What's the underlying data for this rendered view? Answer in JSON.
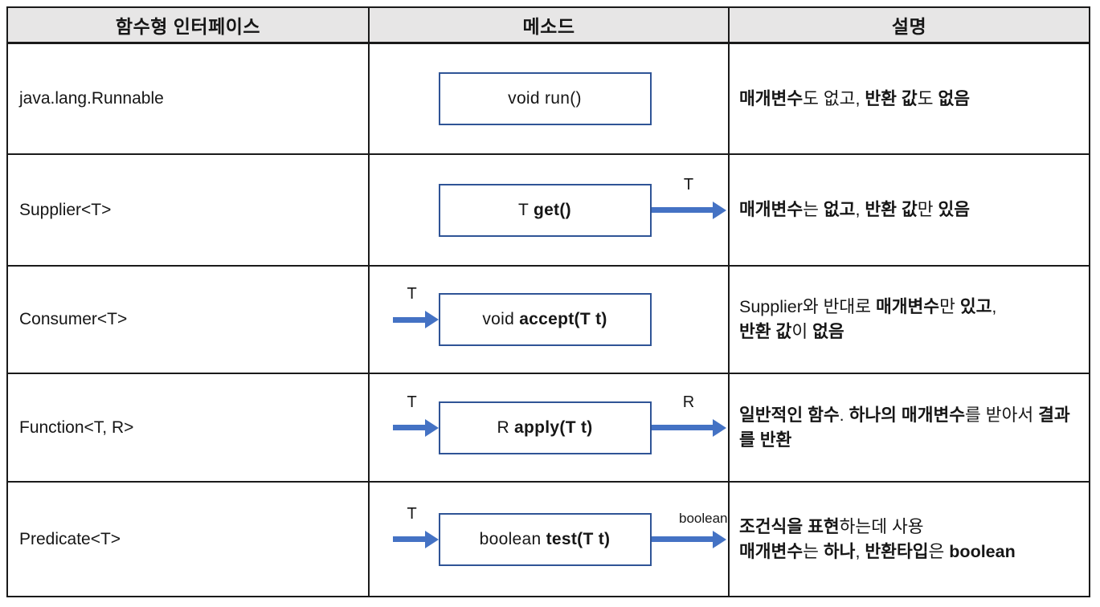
{
  "header": {
    "labels": [
      "함수형 인터페이스",
      "메소드",
      "설명"
    ]
  },
  "rows": [
    {
      "interface": "java.lang.Runnable",
      "in_arrow": null,
      "box": [
        {
          "text": "void run()",
          "bold": false
        }
      ],
      "out_arrow": null,
      "desc": [
        [
          {
            "text": "매개변수",
            "bold": true
          },
          {
            "text": "도 없고, ",
            "bold": false
          },
          {
            "text": "반환 값",
            "bold": true
          },
          {
            "text": "도 ",
            "bold": false
          },
          {
            "text": "없음",
            "bold": true
          }
        ]
      ]
    },
    {
      "interface": "Supplier<T>",
      "in_arrow": null,
      "box": [
        {
          "text": "T ",
          "bold": false
        },
        {
          "text": "get()",
          "bold": true
        }
      ],
      "out_arrow": {
        "label": "T",
        "small": false
      },
      "desc": [
        [
          {
            "text": "매개변수",
            "bold": true
          },
          {
            "text": "는 ",
            "bold": false
          },
          {
            "text": "없고",
            "bold": true
          },
          {
            "text": ", ",
            "bold": false
          },
          {
            "text": "반환 값",
            "bold": true
          },
          {
            "text": "만 ",
            "bold": false
          },
          {
            "text": "있음",
            "bold": true
          }
        ]
      ]
    },
    {
      "interface": "Consumer<T>",
      "in_arrow": {
        "label": "T"
      },
      "box": [
        {
          "text": "void ",
          "bold": false
        },
        {
          "text": "accept(T t)",
          "bold": true
        }
      ],
      "out_arrow": null,
      "desc": [
        [
          {
            "text": "Supplier와 반대로 ",
            "bold": false
          },
          {
            "text": "매개변수",
            "bold": true
          },
          {
            "text": "만 ",
            "bold": false
          },
          {
            "text": "있고",
            "bold": true
          },
          {
            "text": ",",
            "bold": false
          }
        ],
        [
          {
            "text": "반환 값",
            "bold": true
          },
          {
            "text": "이 ",
            "bold": false
          },
          {
            "text": "없음",
            "bold": true
          }
        ]
      ]
    },
    {
      "interface": "Function<T, R>",
      "in_arrow": {
        "label": "T"
      },
      "box": [
        {
          "text": "R ",
          "bold": false
        },
        {
          "text": "apply(T t)",
          "bold": true
        }
      ],
      "out_arrow": {
        "label": "R",
        "small": false
      },
      "desc": [
        [
          {
            "text": "일반적인 함수",
            "bold": true
          },
          {
            "text": ". ",
            "bold": false
          },
          {
            "text": "하나의 매개변수",
            "bold": true
          },
          {
            "text": "를 받아서 ",
            "bold": false
          },
          {
            "text": "결과를 반환",
            "bold": true
          }
        ]
      ]
    },
    {
      "interface": "Predicate<T>",
      "in_arrow": {
        "label": "T"
      },
      "box": [
        {
          "text": "boolean ",
          "bold": false
        },
        {
          "text": "test(T t)",
          "bold": true
        }
      ],
      "out_arrow": {
        "label": "boolean",
        "small": true
      },
      "desc": [
        [
          {
            "text": "조건식을 표현",
            "bold": true
          },
          {
            "text": "하는데 사용",
            "bold": false
          }
        ],
        [
          {
            "text": "매개변수",
            "bold": true
          },
          {
            "text": "는 ",
            "bold": false
          },
          {
            "text": "하나",
            "bold": true
          },
          {
            "text": ", ",
            "bold": false
          },
          {
            "text": "반환타입",
            "bold": true
          },
          {
            "text": "은 ",
            "bold": false
          },
          {
            "text": "boolean",
            "bold": true
          }
        ]
      ]
    }
  ],
  "colors": {
    "arrow_blue": "#4472C4",
    "box_border": "#2F5496",
    "header_bg": "#E7E6E6",
    "grid_border": "#1a1a1a",
    "text": "#161616"
  }
}
